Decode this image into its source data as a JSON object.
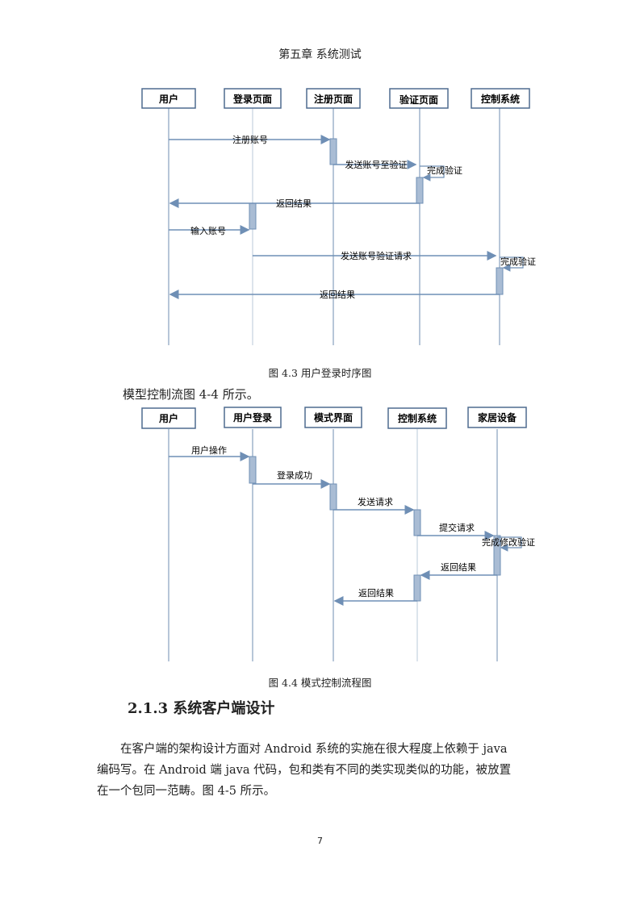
{
  "header": {
    "title": "第五章 系统测试"
  },
  "figures": [
    {
      "caption": "图 4.3 用户登录时序图",
      "participants": [
        "用户",
        "登录页面",
        "注册页面",
        "验证页面",
        "控制系统"
      ],
      "messages": [
        "注册账号",
        "发送账号至验证",
        "完成验证",
        "返回结果",
        "输入账号",
        "发送账号验证请求",
        "完成验证",
        "返回结果"
      ]
    },
    {
      "caption": "图 4.4 模式控制流程图",
      "participants": [
        "用户",
        "用户登录",
        "模式界面",
        "控制系统",
        "家居设备"
      ],
      "messages": [
        "用户操作",
        "登录成功",
        "发送请求",
        "提交请求",
        "完成修改验证",
        "返回结果",
        "返回结果"
      ]
    }
  ],
  "intro_text": "模型控制流图 4-4 所示。",
  "section": {
    "title": "2.1.3 系统客户端设计"
  },
  "paragraph": {
    "lines": [
      "在客户端的架构设计方面对 Android 系统的实施在很大程度上依赖于 java",
      "编码写。在 Android 端 java 代码，包和类有不同的类实现类似的功能，被放置",
      "在一个包同一范畴。图 4-5 所示。"
    ]
  },
  "page_number": "7",
  "colors": {
    "lifeline": "#9fb3cc",
    "arrow": "#6f8fb5",
    "activation": "#a9bcd4",
    "box_border": "#4f6b8f"
  }
}
